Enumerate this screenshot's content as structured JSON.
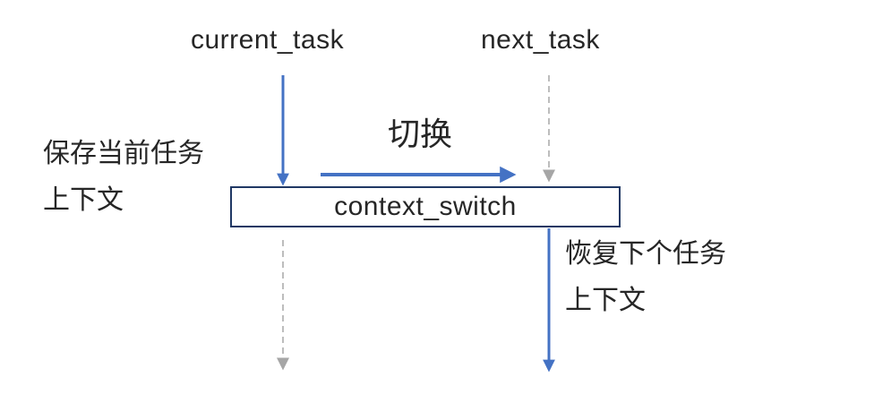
{
  "diagram": {
    "title_hint": "task context switch flow",
    "top_labels": {
      "current_task": "current_task",
      "next_task": "next_task"
    },
    "box": {
      "label": "context_switch"
    },
    "switch_label": "切换",
    "left_note": {
      "line1": "保存当前任务",
      "line2": "上下文"
    },
    "right_note": {
      "line1": "恢复下个任务",
      "line2": "上下文"
    },
    "arrows": [
      {
        "name": "current-task-arrow",
        "style": "solid",
        "direction": "down"
      },
      {
        "name": "next-task-dashed-arrow",
        "style": "dashed",
        "direction": "down"
      },
      {
        "name": "switch-arrow",
        "style": "solid",
        "direction": "right"
      },
      {
        "name": "suspended-task-dashed-arrow",
        "style": "dashed",
        "direction": "down"
      },
      {
        "name": "restore-task-arrow",
        "style": "solid",
        "direction": "down"
      }
    ]
  },
  "colors": {
    "arrow_blue": "#4472C4",
    "box_border": "#203864",
    "dash_gray": "#BDBDBD",
    "arrowhead_gray": "#A6A6A6",
    "text": "#262626",
    "background": "#FFFFFF"
  }
}
